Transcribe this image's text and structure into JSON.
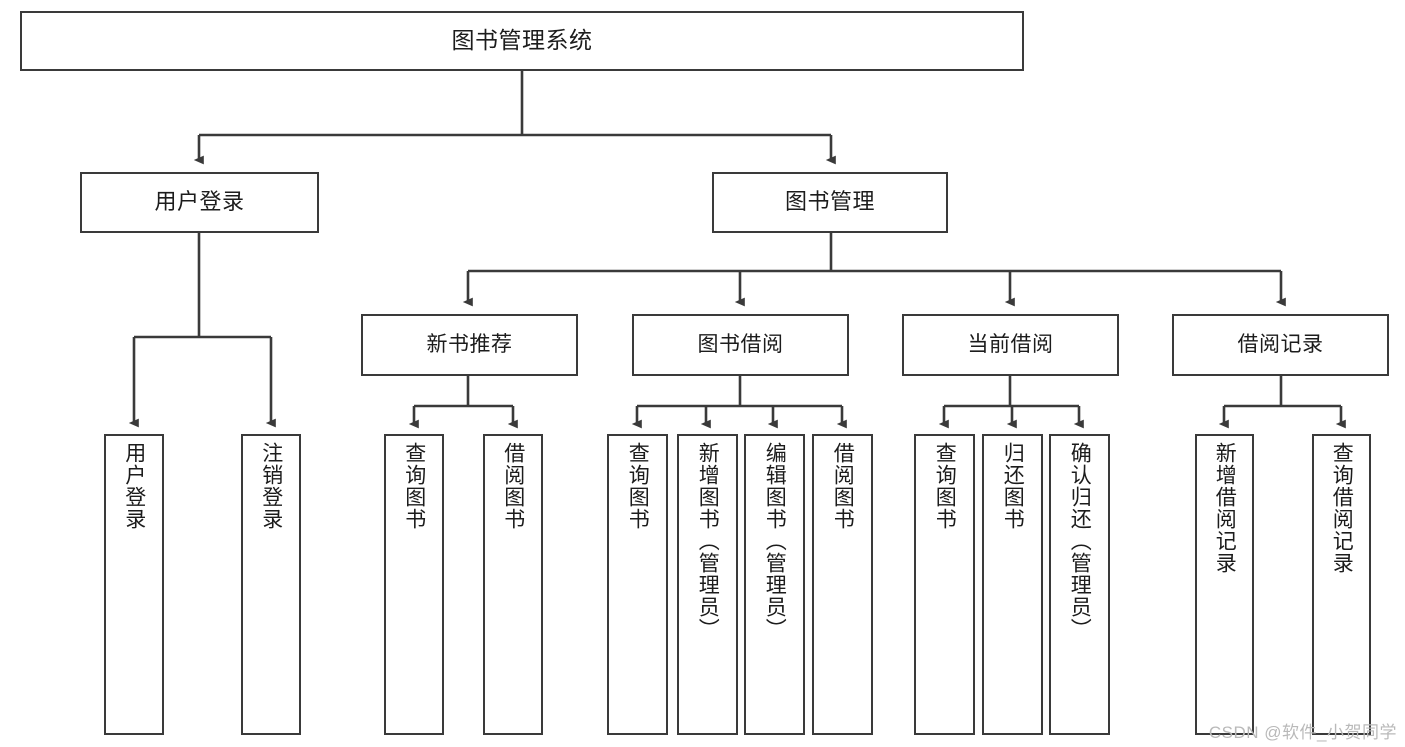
{
  "diagram": {
    "type": "tree-hierarchy",
    "title": "图书管理系统",
    "colors": {
      "box_border": "#3a3a3a",
      "connector": "#3a3a3a",
      "background": "#ffffff",
      "text": "#1c1c1c",
      "watermark": "#b9b9b9"
    },
    "root": {
      "label": "图书管理系统"
    },
    "level2": [
      {
        "label": "用户登录"
      },
      {
        "label": "图书管理"
      }
    ],
    "level3": [
      {
        "label": "新书推荐"
      },
      {
        "label": "图书借阅"
      },
      {
        "label": "当前借阅"
      },
      {
        "label": "借阅记录"
      }
    ],
    "leaves": {
      "user_login": [
        {
          "label": "用户登录"
        },
        {
          "label": "注销登录"
        }
      ],
      "new_book_recommend": [
        {
          "label": "查询图书"
        },
        {
          "label": "借阅图书"
        }
      ],
      "book_borrow": [
        {
          "label": "查询图书"
        },
        {
          "label": "新增图书（管理员）"
        },
        {
          "label": "编辑图书（管理员）"
        },
        {
          "label": "借阅图书"
        }
      ],
      "current_borrow": [
        {
          "label": "查询图书"
        },
        {
          "label": "归还图书"
        },
        {
          "label": "确认归还（管理员）"
        }
      ],
      "borrow_record": [
        {
          "label": "新增借阅记录"
        },
        {
          "label": "查询借阅记录"
        }
      ]
    }
  },
  "watermark": {
    "text": "CSDN @软件_小贺同学"
  }
}
